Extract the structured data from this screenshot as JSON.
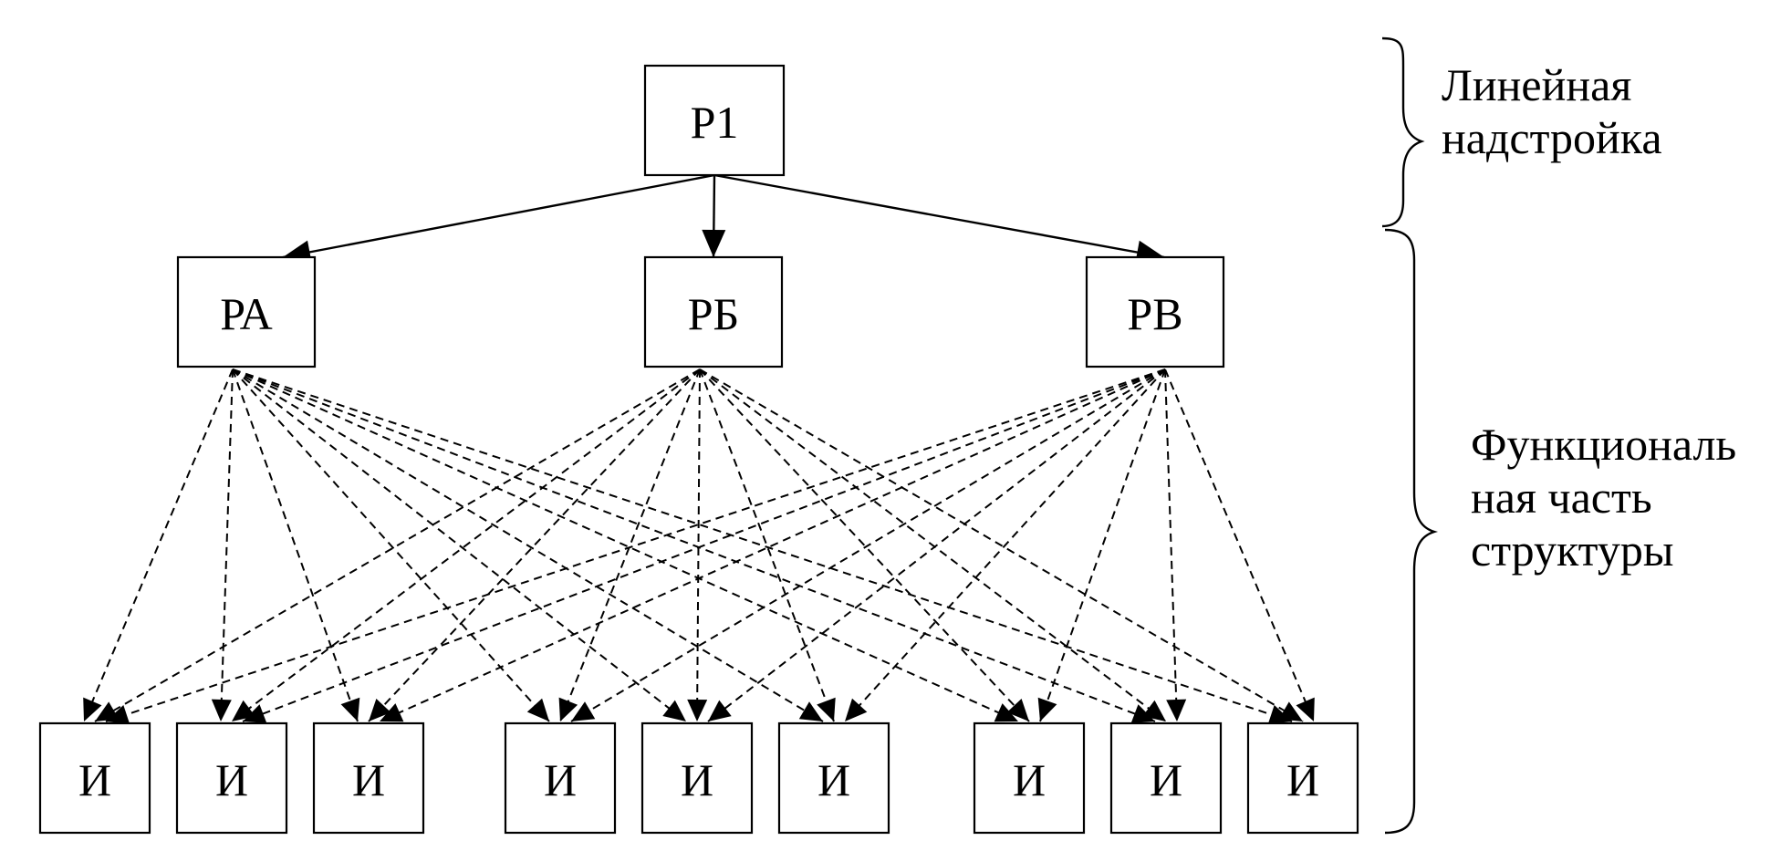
{
  "diagram": {
    "nodes": {
      "top": {
        "id": "P1",
        "label": "Р1"
      },
      "middle": [
        {
          "id": "PA",
          "label": "РА"
        },
        {
          "id": "PB",
          "label": "РБ"
        },
        {
          "id": "PV",
          "label": "РВ"
        }
      ],
      "bottom": [
        {
          "id": "I1",
          "label": "И"
        },
        {
          "id": "I2",
          "label": "И"
        },
        {
          "id": "I3",
          "label": "И"
        },
        {
          "id": "I4",
          "label": "И"
        },
        {
          "id": "I5",
          "label": "И"
        },
        {
          "id": "I6",
          "label": "И"
        },
        {
          "id": "I7",
          "label": "И"
        },
        {
          "id": "I8",
          "label": "И"
        },
        {
          "id": "I9",
          "label": "И"
        }
      ]
    },
    "edges": {
      "linear": [
        {
          "from": "P1",
          "to": "PA"
        },
        {
          "from": "P1",
          "to": "PB"
        },
        {
          "from": "P1",
          "to": "PV"
        }
      ],
      "functional": "each of PA, PB, PV connects to every bottom node with a dashed arrow"
    },
    "brace_labels": {
      "linear": {
        "line1": "Линейная",
        "line2": "надстройка"
      },
      "functional": {
        "line1": "Функциональ",
        "line2": "ная часть",
        "line3": "структуры"
      }
    }
  }
}
